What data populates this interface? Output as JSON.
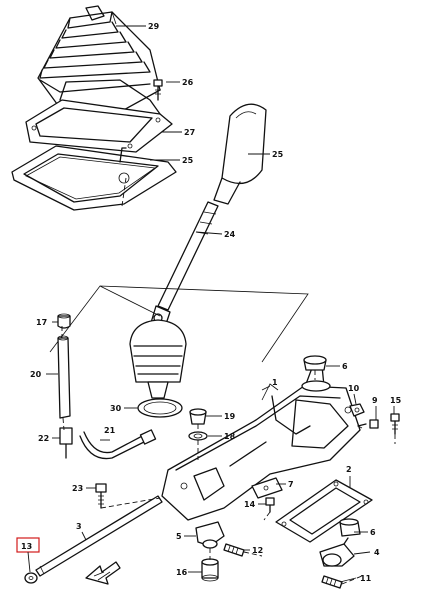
{
  "callouts": {
    "c29": "29",
    "c26": "26",
    "c27": "27",
    "c25a": "25",
    "c25b": "25",
    "c24": "24",
    "c17": "17",
    "c20": "20",
    "c6": "6",
    "c10": "10",
    "c9": "9",
    "c15": "15",
    "c30": "30",
    "c19": "19",
    "c18": "18",
    "c22": "22",
    "c21": "21",
    "c1": "1",
    "c7": "7",
    "c23": "23",
    "c14": "14",
    "c2": "2",
    "c3": "3",
    "c5": "5",
    "c12": "12",
    "c16": "16",
    "c13": "13",
    "c4": "4",
    "c11": "11"
  },
  "highlight_color": "#d21a1a",
  "highlighted_part": "13"
}
